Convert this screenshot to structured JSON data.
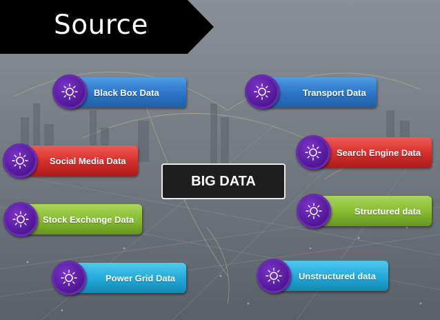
{
  "title": "Source",
  "center_label": "BIG DATA",
  "colors": {
    "blue": "#2b74c6",
    "red": "#d42e2b",
    "green": "#84bb2f",
    "cyan": "#20a8d8",
    "icon_purple": "#4d148f",
    "banner": "#000000"
  },
  "sources": [
    {
      "label": "Black Box Data",
      "color": "blue",
      "icon": "sun-icon"
    },
    {
      "label": "Transport Data",
      "color": "blue",
      "icon": "sun-icon"
    },
    {
      "label": "Social Media Data",
      "color": "red",
      "icon": "sun-icon"
    },
    {
      "label": "Search Engine Data",
      "color": "red",
      "icon": "sun-icon"
    },
    {
      "label": "Stock Exchange Data",
      "color": "green",
      "icon": "sun-icon"
    },
    {
      "label": "Structured data",
      "color": "green",
      "icon": "sun-icon"
    },
    {
      "label": "Power Grid Data",
      "color": "cyan",
      "icon": "sun-icon"
    },
    {
      "label": "Unstructured data",
      "color": "cyan",
      "icon": "sun-icon"
    }
  ]
}
